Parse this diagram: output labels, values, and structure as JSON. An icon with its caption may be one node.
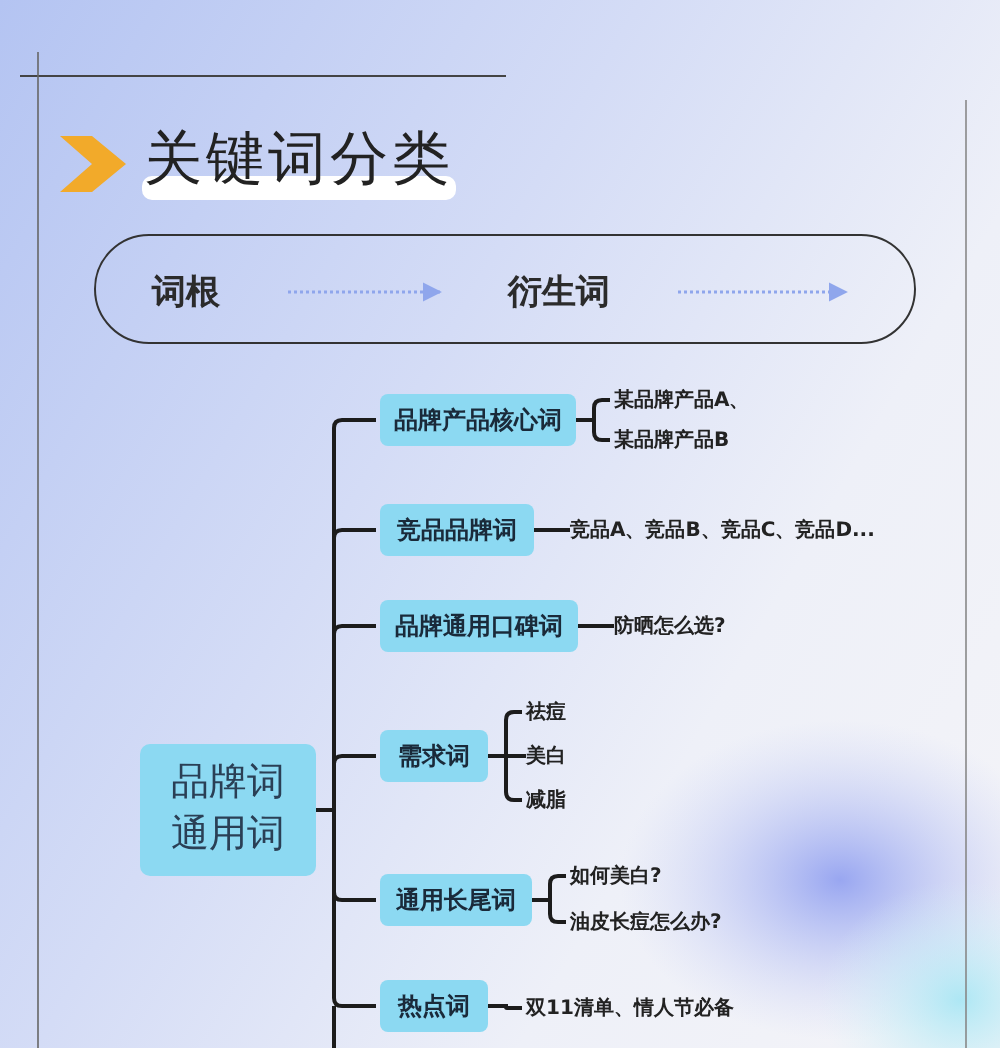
{
  "diagram": {
    "title": "关键词分类",
    "nodes": [
      {
        "text": [],
        "shape": "box"
      },
      {
        "text": [
          "词根"
        ],
        "in": 0
      },
      {
        "text": [
          "衍生词"
        ],
        "in": 0
      },
      {
        "text": [
          "品牌词通用词"
        ]
      },
      {
        "text": [
          "品牌产品核心词"
        ]
      },
      {
        "text": [
          "某品牌产品A、"
        ]
      },
      {
        "text": [
          "某品牌产品B"
        ]
      },
      {
        "text": [
          "竞品品牌词"
        ]
      },
      {
        "text": [
          "竞品A、竞品B、竞品C、竞品D..."
        ]
      },
      {
        "text": [
          "品牌通用口碑词"
        ]
      },
      {
        "text": [
          "防晒怎么选?"
        ]
      },
      {
        "text": [
          "需求词"
        ]
      },
      {
        "text": [
          "祛痘"
        ]
      },
      {
        "text": [
          "美白"
        ]
      },
      {
        "text": [
          "减脂"
        ]
      },
      {
        "text": [
          "通用长尾词"
        ]
      },
      {
        "text": [
          "如何美白?"
        ]
      },
      {
        "text": [
          "油皮长痘怎么办?"
        ]
      },
      {
        "text": [
          "热点词"
        ]
      },
      {
        "text": [
          "双11清单、情人节必备"
        ]
      }
    ],
    "edges": [
      {
        "from": 1,
        "to": 2,
        "arrow": "to",
        "style": "dashed",
        "color": "#8fa6ec"
      },
      {
        "from": 2,
        "to": null,
        "arrow": "to",
        "style": "dashed",
        "color": "#8fa6ec"
      },
      {
        "from": 3,
        "to": 4,
        "arrow": "none"
      },
      {
        "from": 3,
        "to": 7,
        "arrow": "none"
      },
      {
        "from": 3,
        "to": 9,
        "arrow": "none"
      },
      {
        "from": 3,
        "to": 11,
        "arrow": "none"
      },
      {
        "from": 3,
        "to": 15,
        "arrow": "none"
      },
      {
        "from": 3,
        "to": 18,
        "arrow": "none"
      },
      {
        "from": 4,
        "to": 5,
        "arrow": "none"
      },
      {
        "from": 4,
        "to": 6,
        "arrow": "none"
      },
      {
        "from": 7,
        "to": 8,
        "arrow": "none"
      },
      {
        "from": 9,
        "to": 10,
        "arrow": "none"
      },
      {
        "from": 11,
        "to": 12,
        "arrow": "none"
      },
      {
        "from": 11,
        "to": 13,
        "arrow": "none"
      },
      {
        "from": 11,
        "to": 14,
        "arrow": "none"
      },
      {
        "from": 15,
        "to": 16,
        "arrow": "none"
      },
      {
        "from": 15,
        "to": 17,
        "arrow": "none"
      },
      {
        "from": 18,
        "to": 19,
        "arrow": "none"
      }
    ]
  }
}
